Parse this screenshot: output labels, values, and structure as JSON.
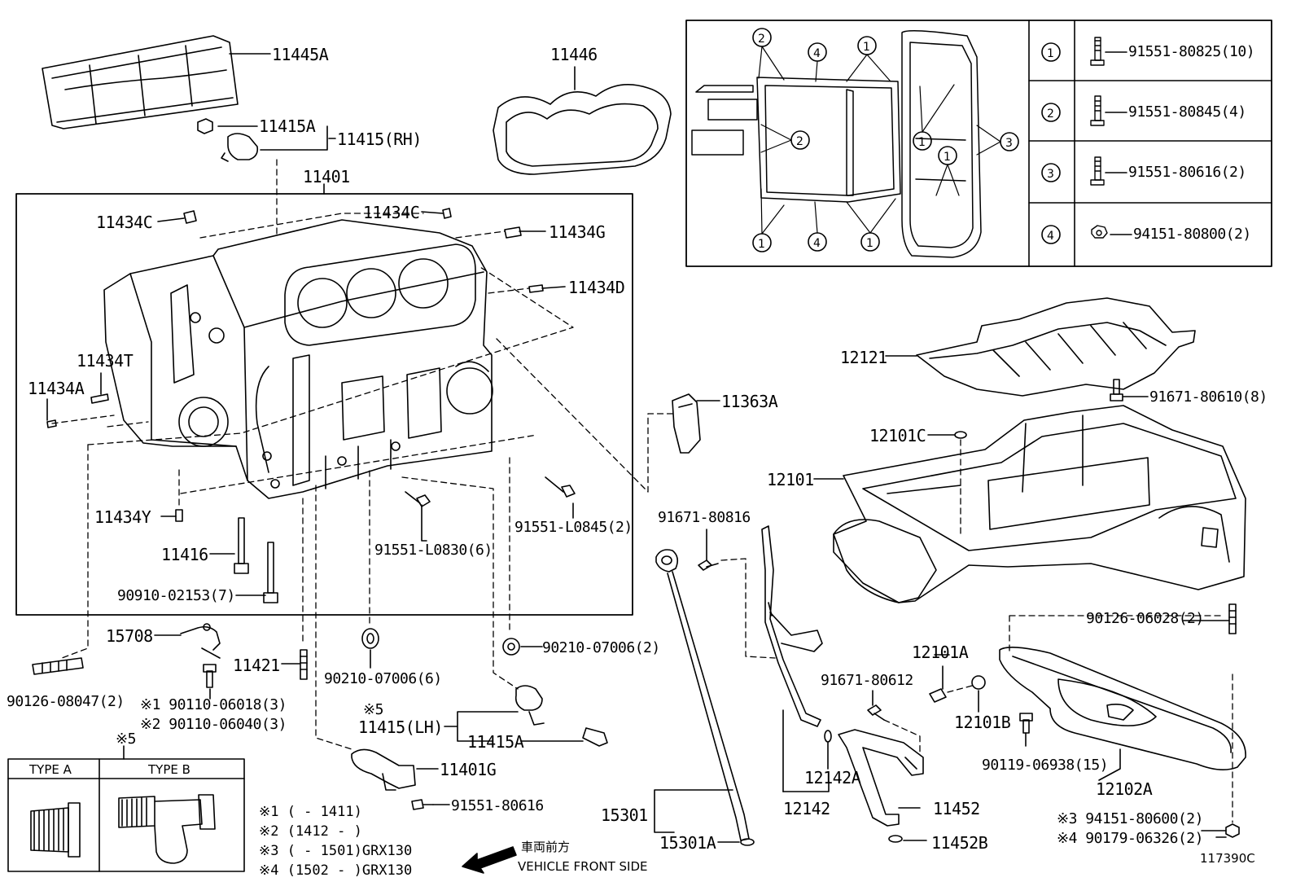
{
  "diagram_id": "117390C",
  "colors": {
    "line": "#000000",
    "background": "#ffffff"
  },
  "parts": {
    "p11445A": "11445A",
    "p11446": "11446",
    "p11415A_top": "11415A",
    "p11415RH": "11415(RH)",
    "p11401": "11401",
    "p11434C_left": "11434C",
    "p11434C_mid": "11434C",
    "p11434G": "11434G",
    "p11434D": "11434D",
    "p11434T": "11434T",
    "p11434A": "11434A",
    "p11434Y": "11434Y",
    "p11416": "11416",
    "p90910": "90910-02153(7)",
    "p91551L0830": "91551-L0830(6)",
    "p91551L0845": "91551-L0845(2)",
    "p11363A": "11363A",
    "p12121": "12121",
    "p91671_80610": "91671-80610(8)",
    "p12101C": "12101C",
    "p12101": "12101",
    "p91671_80816": "91671-80816",
    "p15708": "15708",
    "p11421": "11421",
    "p90210_left": "90210-07006(6)",
    "p90210_right": "90210-07006(2)",
    "p90126_08047": "90126-08047(2)",
    "p90110_06018": "※1 90110-06018(3)",
    "p90110_06040": "※2 90110-06040(3)",
    "p_note5_lh": "※5",
    "p11415LH": "11415(LH)",
    "p11415A_bot": "11415A",
    "p11401G": "11401G",
    "p91551_80616": "91551-80616",
    "p15301": "15301",
    "p15301A": "15301A",
    "p12142A": "12142A",
    "p12142": "12142",
    "p11452": "11452",
    "p11452B": "11452B",
    "p91671_80612": "91671-80612",
    "p12101A": "12101A",
    "p12101B": "12101B",
    "p90126_06028": "90126-06028(2)",
    "p90119_06938": "90119-06938(15)",
    "p12102A": "12102A",
    "p94151_80600": "※3 94151-80600(2)",
    "p90179_06326": "※4 90179-06326(2)"
  },
  "bolt_table": [
    {
      "num": "1",
      "part": "91551-80825(10)"
    },
    {
      "num": "2",
      "part": "91551-80845(4)"
    },
    {
      "num": "3",
      "part": "91551-80616(2)"
    },
    {
      "num": "4",
      "part": "94151-80800(2)"
    }
  ],
  "type_box": {
    "note": "※5",
    "type_a": "TYPE A",
    "type_b": "TYPE B"
  },
  "legend": [
    "※1 (     - 1411)",
    "※2 (1412 -     )",
    "※3 (     - 1501)GRX130",
    "※4 (1502 -     )GRX130"
  ],
  "direction": {
    "jp": "車両前方",
    "en": "VEHICLE FRONT SIDE"
  }
}
